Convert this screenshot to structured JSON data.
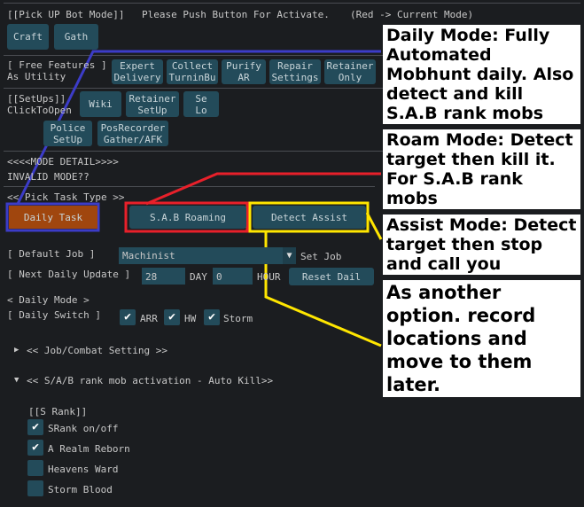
{
  "header": {
    "pick_label": "[[Pick UP Bot Mode]]",
    "push_hint": "Please Push Button For Activate.",
    "red_hint": "(Red -> Current Mode)"
  },
  "bot_modes": [
    "Craft",
    "Gath"
  ],
  "free": {
    "label1": "[ Free Features ]",
    "label2": "As Utility",
    "buttons": [
      "Expert\nDelivery",
      "Collect\nTurninBu",
      "Purify\nAR",
      "Repair\nSettings",
      "Retainer\nOnly"
    ]
  },
  "setups": {
    "label1": "[[SetUps]]",
    "label2": "ClickToOpen",
    "buttons": [
      "Wiki",
      "Retainer\nSetUp",
      "Se\nLo",
      "Police\nSetUp",
      "PosRecorder\nGather/AFK"
    ]
  },
  "mode_detail": {
    "title": "<<<<MODE DETAIL>>>>",
    "value": "INVALID MODE??"
  },
  "task": {
    "title": "<< Pick Task Type >>",
    "daily": "Daily Task",
    "roam": "S.A.B Roaming",
    "assist": "Detect Assist"
  },
  "job": {
    "label": "[ Default Job ]",
    "value": "Machinist",
    "set": "Set Job"
  },
  "update": {
    "label": "[ Next Daily Update ]",
    "day_value": "28",
    "day_unit": "DAY",
    "hour_value": "0",
    "hour_unit": "HOUR",
    "reset": "Reset Dail"
  },
  "daily_mode": {
    "label": "< Daily Mode >",
    "switch_label": "[ Daily Switch ]",
    "checks": [
      "ARR",
      "HW",
      "Storm"
    ]
  },
  "sections": {
    "job_combat": "<< Job/Combat Setting >>",
    "sab": "<< S/A/B rank mob activation - Auto Kill>>"
  },
  "srank": {
    "title": "[[S Rank]]",
    "items": [
      {
        "label": "SRank on/off",
        "checked": true
      },
      {
        "label": "A Realm Reborn",
        "checked": true
      },
      {
        "label": "Heavens Ward",
        "checked": false
      },
      {
        "label": "Storm Blood",
        "checked": false
      }
    ]
  },
  "notes": {
    "daily": "Daily Mode: Fully Automated Mobhunt\ndaily. Also detect and kill S.A.B rank mobs",
    "roam": "Roam Mode: Detect target then\nkill it. For S.A.B rank mobs",
    "assist": "Assist Mode: Detect target\nthen stop and call you",
    "option": "As another option.\nrecord locations and\nmove to them later."
  },
  "colors": {
    "active": "#a0460e",
    "blue": "#3c3cc8",
    "red": "#e8202a",
    "yellow": "#ffe600"
  }
}
